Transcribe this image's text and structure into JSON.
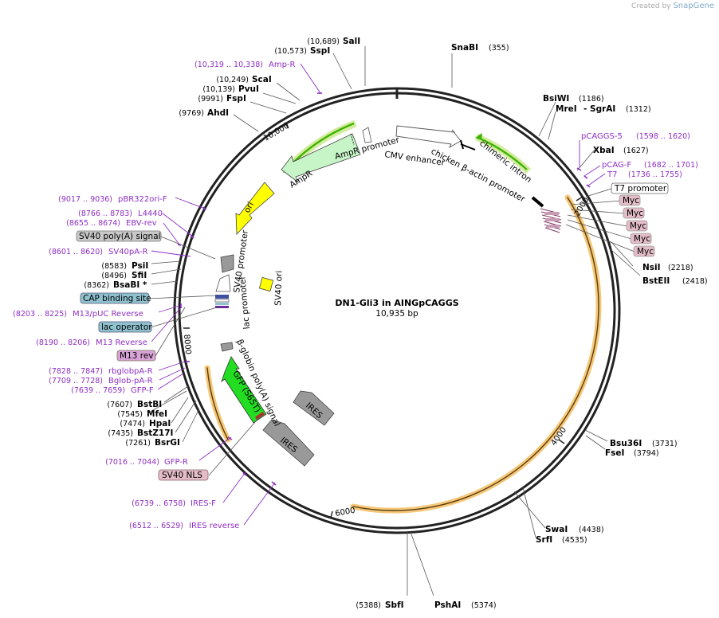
{
  "brand": {
    "prefix": "Created by",
    "name": "SnapGene"
  },
  "plasmid": {
    "name": "DN1-Gli3 in AINGpCAGGS",
    "length": 10935,
    "length_label": "10,935 bp"
  },
  "ticks": [
    "2000",
    "4000",
    "6000",
    "8000",
    "10,000"
  ],
  "sites": [
    {
      "name": "SalI",
      "pos": "(10,689)"
    },
    {
      "name": "SspI",
      "pos": "(10,573)"
    },
    {
      "name": "SnaBI",
      "pos": "(355)"
    },
    {
      "name": "ScaI",
      "pos": "(10,249)"
    },
    {
      "name": "PvuI",
      "pos": "(10,139)"
    },
    {
      "name": "FspI",
      "pos": "(9991)"
    },
    {
      "name": "AhdI",
      "pos": "(9769)"
    },
    {
      "name": "BsiWI",
      "pos": "(1186)"
    },
    {
      "name": "MreI",
      "pos": ""
    },
    {
      "name": "- SgrAI",
      "pos": "(1312)"
    },
    {
      "name": "XbaI",
      "pos": "(1627)"
    },
    {
      "name": "NsiI",
      "pos": "(2218)"
    },
    {
      "name": "BstEII",
      "pos": "(2418)"
    },
    {
      "name": "PsiI",
      "pos": "(8583)"
    },
    {
      "name": "SfiI",
      "pos": "(8496)"
    },
    {
      "name": "BsaBI *",
      "pos": "(8362)"
    },
    {
      "name": "BstBI",
      "pos": "(7607)"
    },
    {
      "name": "MfeI",
      "pos": "(7545)"
    },
    {
      "name": "HpaI",
      "pos": "(7474)"
    },
    {
      "name": "BstZ17I",
      "pos": "(7435)"
    },
    {
      "name": "BsrGI",
      "pos": "(7261)"
    },
    {
      "name": "Bsu36I",
      "pos": "(3731)"
    },
    {
      "name": "FseI",
      "pos": "(3794)"
    },
    {
      "name": "SwaI",
      "pos": "(4438)"
    },
    {
      "name": "SrfI",
      "pos": "(4535)"
    },
    {
      "name": "SbfI",
      "pos": "(5388)"
    },
    {
      "name": "PshAI",
      "pos": "(5374)"
    }
  ],
  "primers": [
    {
      "name": "Amp-R",
      "pos": "(10,319 .. 10,338)"
    },
    {
      "name": "pCAGGS-5",
      "pos": "(1598 .. 1620)"
    },
    {
      "name": "pCAG-F",
      "pos": "(1682 .. 1701)"
    },
    {
      "name": "T7",
      "pos": "(1736 .. 1755)"
    },
    {
      "name": "pBR322ori-F",
      "pos": "(9017 .. 9036)"
    },
    {
      "name": "L4440",
      "pos": "(8766 .. 8783)"
    },
    {
      "name": "EBV-rev",
      "pos": "(8655 .. 8674)"
    },
    {
      "name": "SV40pA-R",
      "pos": "(8601 .. 8620)"
    },
    {
      "name": "M13/pUC Reverse",
      "pos": "(8203 .. 8225)"
    },
    {
      "name": "M13 Reverse",
      "pos": "(8190 .. 8206)"
    },
    {
      "name": "rbglobpA-R",
      "pos": "(7828 .. 7847)"
    },
    {
      "name": "Bglob-pA-R",
      "pos": "(7709 .. 7728)"
    },
    {
      "name": "GFP-F",
      "pos": "(7639 .. 7659)"
    },
    {
      "name": "GFP-R",
      "pos": "(7016 .. 7044)"
    },
    {
      "name": "IRES-F",
      "pos": "(6739 .. 6758)"
    },
    {
      "name": "IRES reverse",
      "pos": "(6512 .. 6529)"
    }
  ],
  "boxed_features": [
    {
      "name": "T7 promoter",
      "color": "#ffffff"
    },
    {
      "name": "Myc",
      "color": "#e3bcc8"
    },
    {
      "name": "Myc",
      "color": "#e3bcc8"
    },
    {
      "name": "Myc",
      "color": "#e3bcc8"
    },
    {
      "name": "Myc",
      "color": "#e3bcc8"
    },
    {
      "name": "Myc",
      "color": "#e3bcc8"
    },
    {
      "name": "SV40 poly(A) signal",
      "color": "#c8c8c8"
    },
    {
      "name": "CAP binding site",
      "color": "#8fc1cf"
    },
    {
      "name": "lac operator",
      "color": "#8fc1cf"
    },
    {
      "name": "M13 rev",
      "color": "#d9a3d9"
    },
    {
      "name": "SV40 NLS",
      "color": "#e3bcc8"
    }
  ],
  "features": [
    {
      "name": "AmpR promoter",
      "color": "#ffffff"
    },
    {
      "name": "AmpR",
      "color": "#c8f5c8"
    },
    {
      "name": "CMV enhancer",
      "color": "#ffffff"
    },
    {
      "name": "chicken β-actin promoter",
      "color": "#ffffff"
    },
    {
      "name": "chimeric intron",
      "color": "#3cb400"
    },
    {
      "name": "ori",
      "color": "#ffff00"
    },
    {
      "name": "SV40 promoter",
      "color": "#ffffff"
    },
    {
      "name": "SV40 ori",
      "color": "#ffff00"
    },
    {
      "name": "lac promoter",
      "color": "#ffffff"
    },
    {
      "name": "β-globin poly(A) signal",
      "color": "#999999"
    },
    {
      "name": "GFP (S65T)",
      "color": "#22dd22"
    },
    {
      "name": "IRES",
      "color": "#999999"
    },
    {
      "name": "IRES",
      "color": "#999999"
    }
  ],
  "colors": {
    "primer": "#8e2ec4",
    "backbone": "#222222",
    "orf_highlight": "#f0b040"
  }
}
